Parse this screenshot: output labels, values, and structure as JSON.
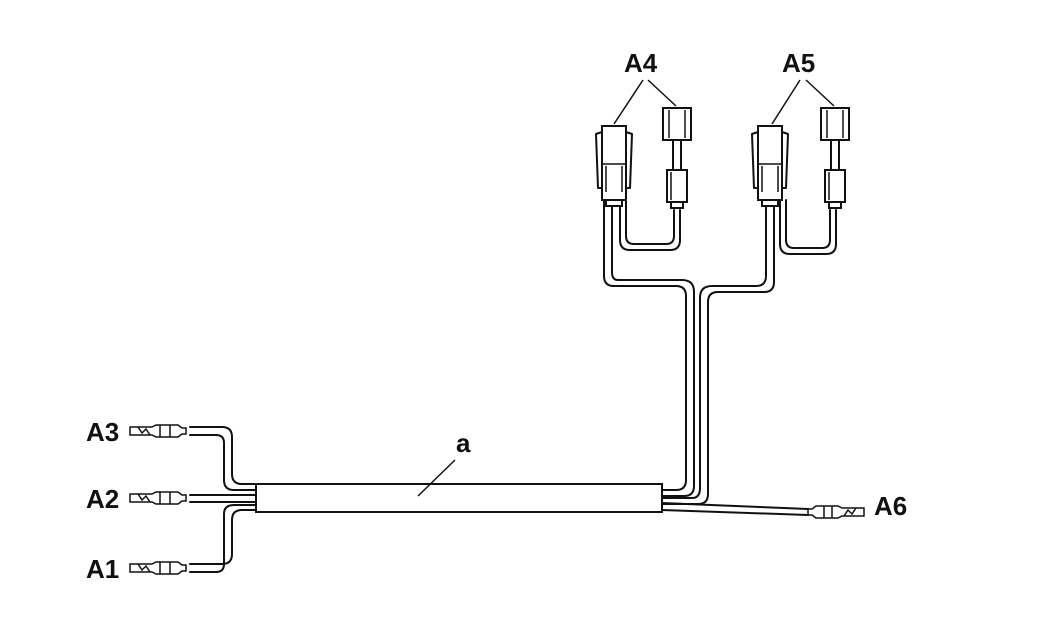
{
  "labels": {
    "a1": "A1",
    "a2": "A2",
    "a3": "A3",
    "a4": "A4",
    "a5": "A5",
    "a6": "A6",
    "sleeve": "a"
  },
  "colors": {
    "ink": "#111111",
    "background": "#ffffff"
  }
}
